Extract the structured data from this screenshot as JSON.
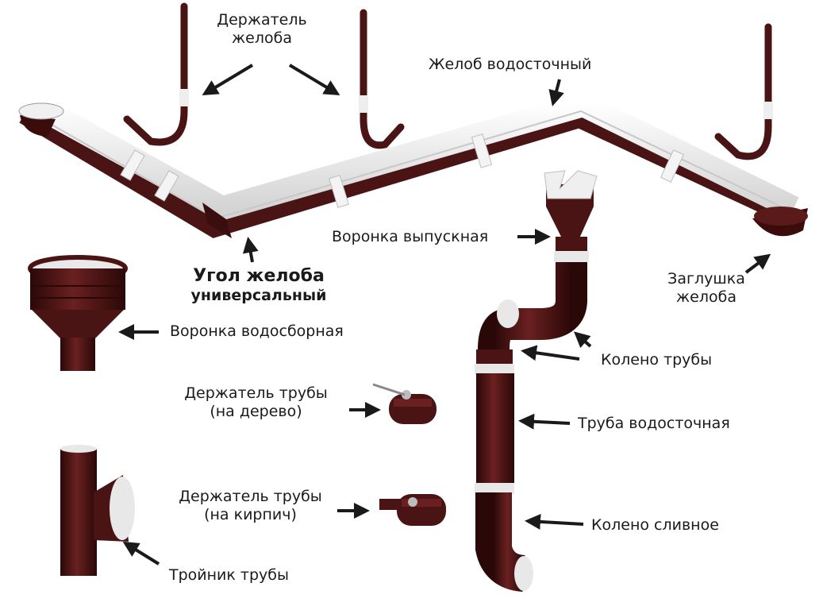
{
  "labels": {
    "gutter_holder": [
      "Держатель",
      "желоба"
    ],
    "gutter": "Желоб водосточный",
    "outlet_funnel": "Воронка выпускная",
    "gutter_corner": [
      "Угол желоба",
      "универсальный"
    ],
    "gutter_cap": [
      "Заглушка",
      "желоба"
    ],
    "collector_funnel": "Воронка водосборная",
    "pipe_elbow": "Колено трубы",
    "pipe_holder_wood": [
      "Держатель трубы",
      "(на дерево)"
    ],
    "downpipe": "Труба водосточная",
    "pipe_holder_brick": [
      "Держатель трубы",
      "(на кирпич)"
    ],
    "drain_elbow": "Колено сливное",
    "pipe_tee": "Тройник трубы"
  },
  "colors": {
    "metal": "#4a1414",
    "metal_dark": "#2e0a0a",
    "inner": "#eeeeee",
    "text": "#1a1a1a"
  }
}
